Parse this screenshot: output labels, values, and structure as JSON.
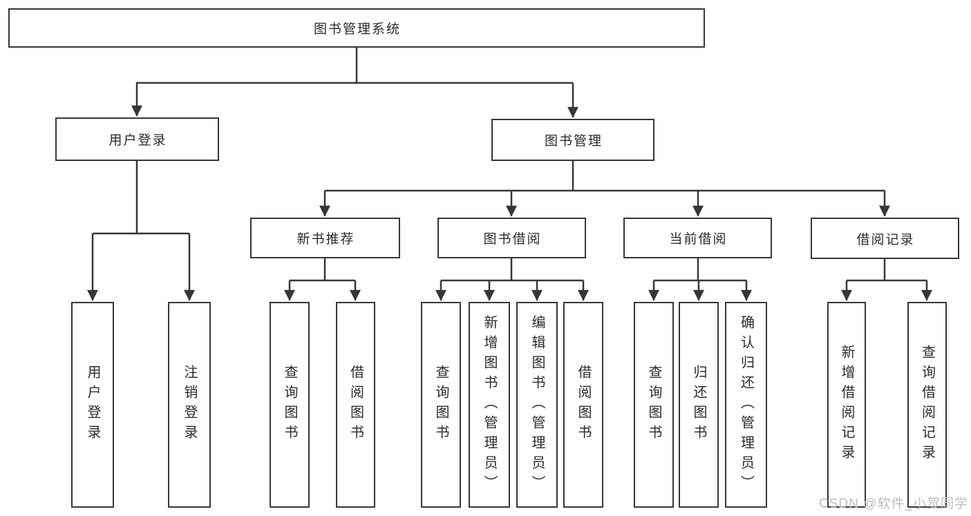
{
  "diagram": {
    "type": "function-structure-tree",
    "tree": {
      "label": "图书管理系统",
      "children": [
        {
          "label": "用户登录",
          "children": [
            {
              "label": "用户登录"
            },
            {
              "label": "注销登录"
            }
          ]
        },
        {
          "label": "图书管理",
          "children": [
            {
              "label": "新书推荐",
              "children": [
                {
                  "label": "查询图书"
                },
                {
                  "label": "借阅图书"
                }
              ]
            },
            {
              "label": "图书借阅",
              "children": [
                {
                  "label": "查询图书"
                },
                {
                  "label": "新增图书（管理员）"
                },
                {
                  "label": "编辑图书（管理员）"
                },
                {
                  "label": "借阅图书"
                }
              ]
            },
            {
              "label": "当前借阅",
              "children": [
                {
                  "label": "查询图书"
                },
                {
                  "label": "归还图书"
                },
                {
                  "label": "确认归还（管理员）"
                }
              ]
            },
            {
              "label": "借阅记录",
              "children": [
                {
                  "label": "新增借阅记录"
                },
                {
                  "label": "查询借阅记录"
                }
              ]
            }
          ]
        }
      ]
    },
    "colors": {
      "line": "#363636",
      "box_border": "#363636",
      "box_fill": "#ffffff",
      "text": "#2b2b2b",
      "watermark": "#bdbdbd"
    }
  },
  "watermark": {
    "text": "CSDN @软件_小贺同学"
  }
}
